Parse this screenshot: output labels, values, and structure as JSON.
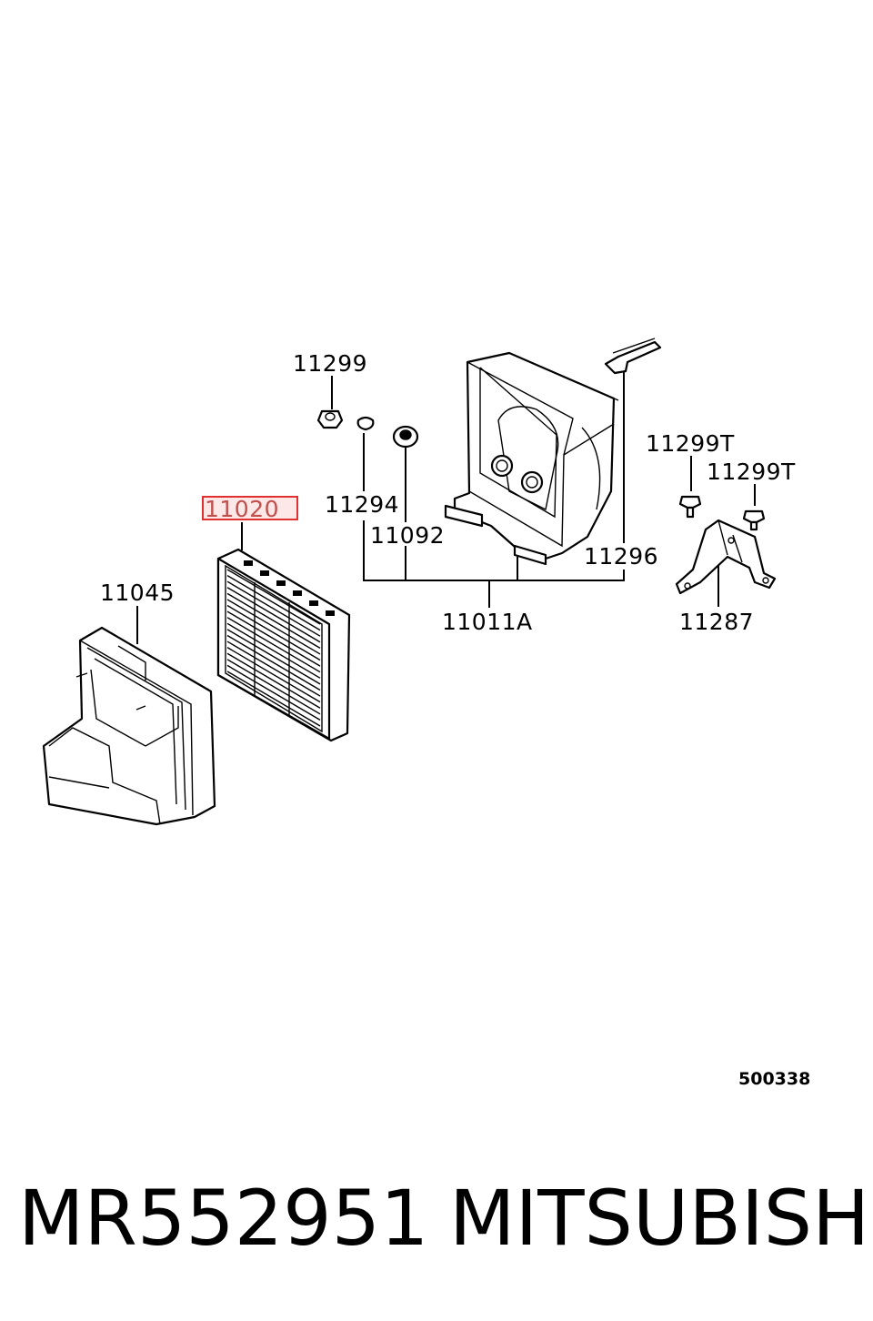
{
  "labels": {
    "p11299": "11299",
    "p11294": "11294",
    "p11092": "11092",
    "p11296": "11296",
    "p11011A": "11011A",
    "p11020": "11020",
    "p11045": "11045",
    "p11299T_a": "11299T",
    "p11299T_b": "11299T",
    "p11287": "11287"
  },
  "diagram_code": "500338",
  "footer": {
    "part_number": "MR552951",
    "brand": "MITSUBISHI"
  },
  "highlight_color": "#e03030"
}
